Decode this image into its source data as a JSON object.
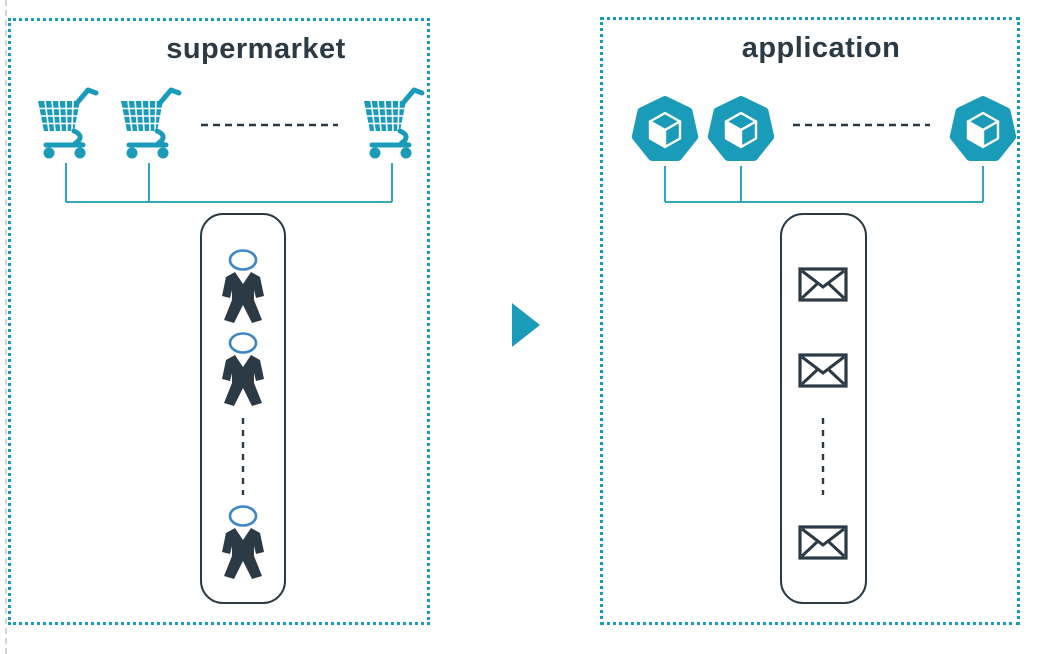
{
  "diagram_meaning": "analogy between supermarket checkout queues and application message queues",
  "colors": {
    "teal_accent": "#1b9bba",
    "dark_ink": "#2b3a44",
    "head_outline_blue": "#3a86c9",
    "page_edge_gray": "#d2d5d7",
    "background": "#ffffff"
  },
  "left_panel": {
    "title": "supermarket",
    "station_icon": "shopping-cart-icon",
    "station_count": 3,
    "stations_ellipsis": "dashed-line (more carts implied)",
    "queue_container": "rounded-rectangle",
    "queue_item_icon": "person-icon",
    "queue_visible_count": 3,
    "queue_ellipsis": "vertical-dashed-line (more people implied)"
  },
  "right_panel": {
    "title": "application",
    "station_icon": "package-icon",
    "station_count": 3,
    "stations_ellipsis": "dashed-line (more consumers implied)",
    "queue_container": "rounded-rectangle",
    "queue_item_icon": "message-envelope-icon",
    "queue_visible_count": 3,
    "queue_ellipsis": "vertical-dashed-line (more messages implied)"
  },
  "connector": {
    "icon": "right-arrow-icon",
    "direction": "left-to-right"
  }
}
